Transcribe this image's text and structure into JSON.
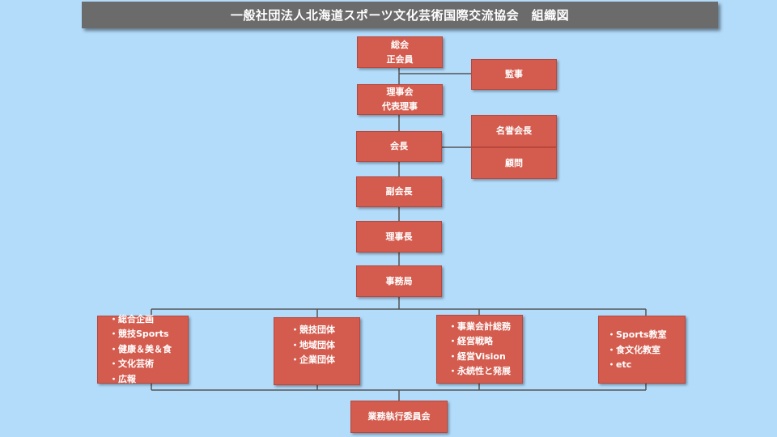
{
  "title": "一般社団法人北海道スポーツ文化芸術国際交流協会　組織図",
  "nodes": {
    "general_meeting": [
      "総会",
      "正会員"
    ],
    "auditor": "監事",
    "board": [
      "理事会",
      "代表理事"
    ],
    "honorary_president": "名誉会長",
    "advisor": "顧問",
    "president": "会長",
    "vice_president": "副会長",
    "chair_director": "理事長",
    "secretariat": "事務局",
    "executive_committee": "業務執行委員会"
  },
  "departments": [
    [
      "総合企画",
      "競技Sports",
      "健康＆美＆食",
      "文化芸術",
      "広報"
    ],
    [
      "競技団体",
      "地域団体",
      "企業団体"
    ],
    [
      "事業会計総務",
      "経営戦略",
      "経営Vision",
      "永続性と発展"
    ],
    [
      "Sports教室",
      "食文化教室",
      "etc"
    ]
  ],
  "colors": {
    "background": "#b3dcfb",
    "box": "#d45c4f",
    "title_bar": "#6b6b6b",
    "line": "#555555"
  }
}
